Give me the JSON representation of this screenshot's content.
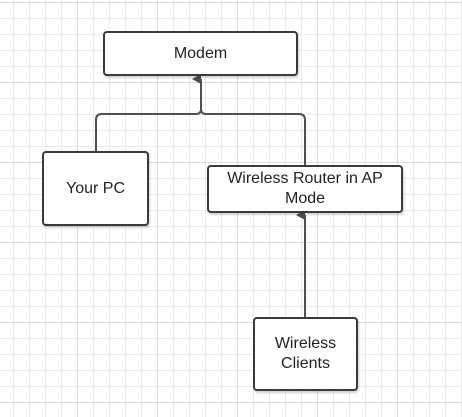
{
  "diagram": {
    "nodes": {
      "modem": {
        "label": "Modem"
      },
      "your_pc": {
        "label": "Your PC"
      },
      "wireless_router": {
        "label": "Wireless Router in AP Mode"
      },
      "wireless_clients": {
        "label": "Wireless Clients"
      }
    },
    "edges": [
      {
        "from": "your_pc",
        "to": "modem",
        "arrow": true
      },
      {
        "from": "wireless_router",
        "to": "modem",
        "arrow": true
      },
      {
        "from": "wireless_clients",
        "to": "wireless_router",
        "arrow": true
      }
    ],
    "colors": {
      "line": "#505050",
      "border": "#3a3a3a",
      "grid": "#dcdcdc"
    }
  }
}
